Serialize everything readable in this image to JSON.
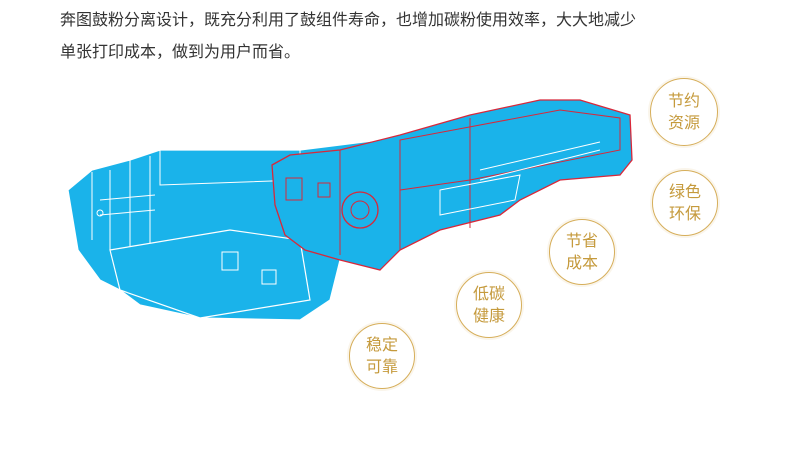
{
  "description": {
    "line1": "奔图鼓粉分离设计，既充分利用了鼓组件寿命，也增加碳粉使用效率，大大地减少",
    "line2": "单张打印成本，做到为用户而省。"
  },
  "badges": [
    {
      "line1": "节约",
      "line2": "资源"
    },
    {
      "line1": "绿色",
      "line2": "环保"
    },
    {
      "line1": "节省",
      "line2": "成本"
    },
    {
      "line1": "低碳",
      "line2": "健康"
    },
    {
      "line1": "稳定",
      "line2": "可靠"
    }
  ],
  "colors": {
    "cartridge_blue": "#1ab3ea",
    "outline_red": "#d8283a",
    "badge_gold": "#d6ae5a",
    "text": "#333333"
  }
}
